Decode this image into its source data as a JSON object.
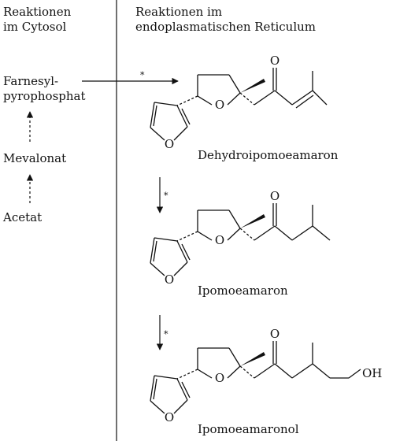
{
  "headers": {
    "cytosol_line1": "Reaktionen",
    "cytosol_line2": "im Cytosol",
    "er_line1": "Reaktionen im",
    "er_line2": "endoplasmatischen Reticulum"
  },
  "cytosol_pathway": {
    "farnesyl_line1": "Farnesyl-",
    "farnesyl_line2": "pyrophosphat",
    "mevalonat": "Mevalonat",
    "acetat": "Acetat"
  },
  "compounds": [
    {
      "name": "Dehydroipomoeamaron"
    },
    {
      "name": "Ipomoeamaron"
    },
    {
      "name": "Ipomoeamaronol"
    }
  ],
  "reaction_marker": "*",
  "atom_labels": {
    "oxygen": "O",
    "hydroxyl": "OH"
  }
}
